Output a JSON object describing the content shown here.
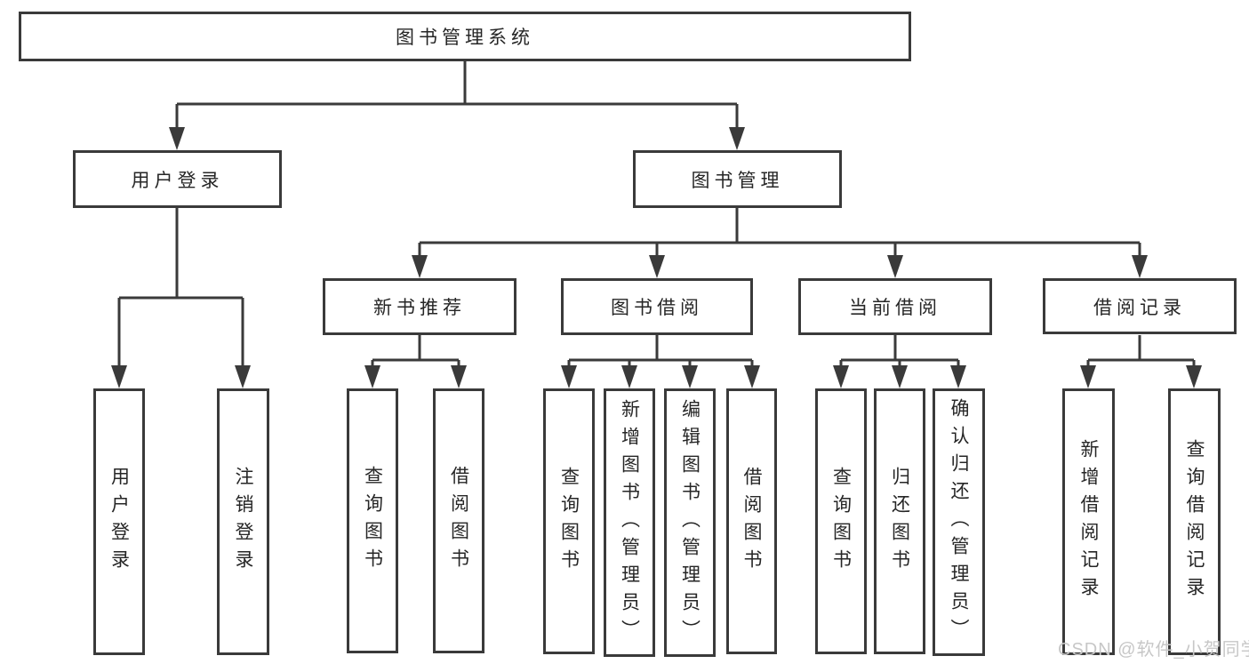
{
  "tree": {
    "label": "图书管理系统",
    "children": [
      {
        "label": "用户登录",
        "children": [
          {
            "label": "用户登录"
          },
          {
            "label": "注销登录"
          }
        ]
      },
      {
        "label": "图书管理",
        "children": [
          {
            "label": "新书推荐",
            "children": [
              {
                "label": "查询图书"
              },
              {
                "label": "借阅图书"
              }
            ]
          },
          {
            "label": "图书借阅",
            "children": [
              {
                "label": "查询图书"
              },
              {
                "label": "新增图书（管理员）"
              },
              {
                "label": "编辑图书（管理员）"
              },
              {
                "label": "借阅图书"
              }
            ]
          },
          {
            "label": "当前借阅",
            "children": [
              {
                "label": "查询图书"
              },
              {
                "label": "归还图书"
              },
              {
                "label": "确认归还（管理员）"
              }
            ]
          },
          {
            "label": "借阅记录",
            "children": [
              {
                "label": "新增借阅记录"
              },
              {
                "label": "查询借阅记录"
              }
            ]
          }
        ]
      }
    ]
  },
  "colors": {
    "line": "#3a3a3a",
    "text": "#262626",
    "watermark": "#c7c7c7",
    "background": "#ffffff"
  },
  "watermark": "CSDN @软件_小贺同学"
}
